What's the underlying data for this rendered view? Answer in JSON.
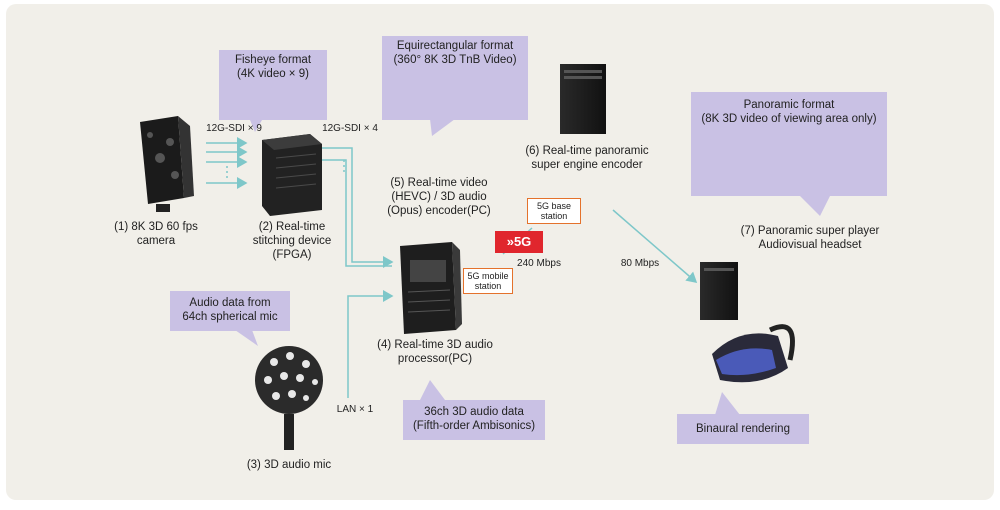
{
  "nodes": {
    "camera": [
      "(1) 8K 3D 60 fps",
      "camera"
    ],
    "stitching": [
      "(2) Real-time",
      "stitching device",
      "(FPGA)"
    ],
    "mic": [
      "(3) 3D audio mic"
    ],
    "audio_processor": [
      "(4) Real-time 3D audio",
      "processor(PC)"
    ],
    "encoder_pc": [
      "(5) Real-time video",
      "(HEVC) / 3D audio",
      "(Opus) encoder(PC)"
    ],
    "super_engine": [
      "(6) Real-time panoramic",
      "super engine encoder"
    ],
    "super_player": [
      "(7) Panoramic super player",
      "Audiovisual headset"
    ]
  },
  "callouts": {
    "fisheye": [
      "Fisheye format",
      "(4K video × 9)"
    ],
    "equirect": [
      "Equirectangular format",
      "(360° 8K 3D TnB Video)"
    ],
    "panoramic": [
      "Panoramic format",
      "(8K 3D video of viewing area only)"
    ],
    "audio_data": [
      "Audio data from",
      "64ch spherical mic"
    ],
    "ambisonics": [
      "36ch 3D audio data",
      "(Fifth-order Ambisonics)"
    ],
    "binaural": [
      "Binaural rendering"
    ]
  },
  "links": {
    "sdi9": "12G-SDI × 9",
    "sdi4": "12G-SDI × 4",
    "lan": "LAN × 1",
    "rate_240": "240 Mbps",
    "rate_80": "80 Mbps"
  },
  "network": {
    "badge": "5G",
    "base_station": [
      "5G base",
      "station"
    ],
    "mobile_station": [
      "5G mobile",
      "station"
    ]
  },
  "colors": {
    "panel": "#f1efe9",
    "callout": "#c9c1e4",
    "arrow": "#7ec7c9",
    "badge": "#e0262d",
    "tag_border": "#e4722c"
  }
}
